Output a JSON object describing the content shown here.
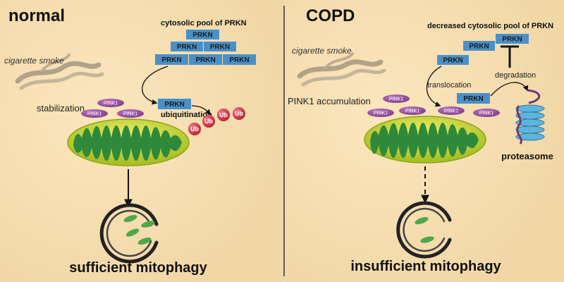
{
  "left": {
    "title": "normal",
    "smoke_label": "cigarette smoke",
    "stabilization_label": "stabilization",
    "pool_label": "cytosolic pool of PRKN",
    "prkn_label": "PRKN",
    "pink1_label": "PINK1",
    "ubiquitination_label": "ubiquitination",
    "ub_label": "Ub",
    "caption": "sufficient mitophagy"
  },
  "right": {
    "title": "COPD",
    "smoke_label": "cigarette smoke",
    "accumulation_label": "PINK1 accumulation",
    "pool_label": "decreased cytosolic pool of PRKN",
    "prkn_label": "PRKN",
    "pink1_label": "PINK1",
    "translocation_label": "translocation",
    "degradation_label": "degradation",
    "proteasome_label": "proteasome",
    "caption": "insufficient mitophagy"
  },
  "colors": {
    "prkn_box": "#4a90c8",
    "pink1": "#9b4fa3",
    "ub": "#d93a4a",
    "mito_outer": "#b8cc2c",
    "mito_inner": "#2e8a3a",
    "proteasome": "#5fb4dc"
  }
}
